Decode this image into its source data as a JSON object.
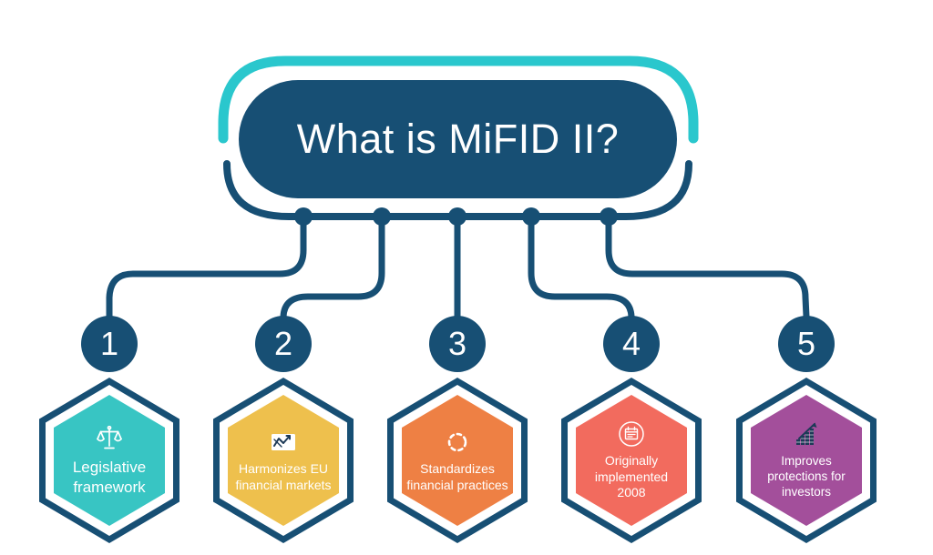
{
  "title": "What is MiFID II?",
  "colors": {
    "navy": "#174f74",
    "teal": "#2ac7cd",
    "icon_dark": "#1d3a57"
  },
  "items": [
    {
      "number": "1",
      "label": "Legislative framework",
      "color": "#38c5c3",
      "icon": "scales-icon"
    },
    {
      "number": "2",
      "label": "Harmonizes EU financial markets",
      "color": "#eec04d",
      "icon": "line-chart-icon"
    },
    {
      "number": "3",
      "label": "Standardizes financial practices",
      "color": "#ee8044",
      "icon": "dashed-circle-icon"
    },
    {
      "number": "4",
      "label": "Originally implemented 2008",
      "color": "#f26b5e",
      "icon": "calendar-icon"
    },
    {
      "number": "5",
      "label": "Improves protections for investors",
      "color": "#a34f9b",
      "icon": "growth-chart-icon"
    }
  ]
}
